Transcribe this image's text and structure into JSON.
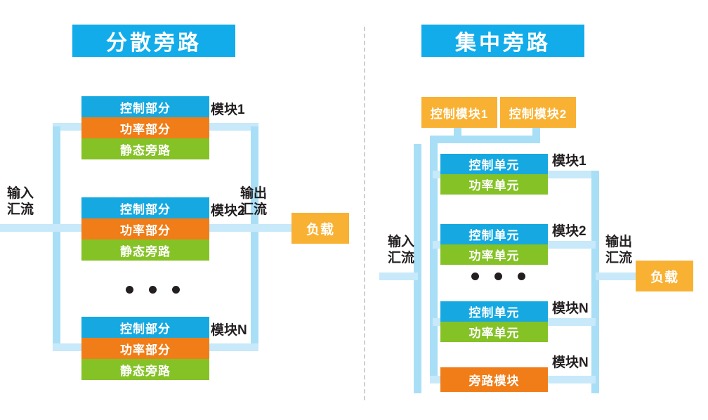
{
  "meta": {
    "colors": {
      "title_blue": "#12acea",
      "control_blue": "#16a9e1",
      "power_orange": "#f07d18",
      "bypass_green": "#85c226",
      "module_amber": "#f8b133",
      "wire_blue": "#a9dff6",
      "wire_pale": "#c7e9f9",
      "text_dark": "#231f20",
      "divider_gray": "#cfcfcf",
      "background": "#ffffff"
    }
  },
  "left": {
    "title": "分散旁路",
    "input_bus_label": "输入\n汇流",
    "output_bus_label": "输出\n汇流",
    "load_label": "负载",
    "ellipsis": "• • •",
    "modules": [
      {
        "tag": "模块1",
        "rows": [
          {
            "label": "控制部分",
            "color": "control_blue"
          },
          {
            "label": "功率部分",
            "color": "power_orange"
          },
          {
            "label": "静态旁路",
            "color": "bypass_green"
          }
        ]
      },
      {
        "tag": "模块2",
        "rows": [
          {
            "label": "控制部分",
            "color": "control_blue"
          },
          {
            "label": "功率部分",
            "color": "power_orange"
          },
          {
            "label": "静态旁路",
            "color": "bypass_green"
          }
        ]
      },
      {
        "tag": "模块N",
        "rows": [
          {
            "label": "控制部分",
            "color": "control_blue"
          },
          {
            "label": "功率部分",
            "color": "power_orange"
          },
          {
            "label": "静态旁路",
            "color": "bypass_green"
          }
        ]
      }
    ]
  },
  "right": {
    "title": "集中旁路",
    "input_bus_label": "输入\n汇流",
    "output_bus_label": "输出\n汇流",
    "load_label": "负载",
    "ellipsis": "• • •",
    "control_modules": [
      {
        "label": "控制模块1"
      },
      {
        "label": "控制模块2"
      }
    ],
    "modules": [
      {
        "tag": "模块1",
        "rows": [
          {
            "label": "控制单元",
            "color": "control_blue"
          },
          {
            "label": "功率单元",
            "color": "bypass_green"
          }
        ]
      },
      {
        "tag": "模块2",
        "rows": [
          {
            "label": "控制单元",
            "color": "control_blue"
          },
          {
            "label": "功率单元",
            "color": "bypass_green"
          }
        ]
      },
      {
        "tag": "模块N",
        "rows": [
          {
            "label": "控制单元",
            "color": "control_blue"
          },
          {
            "label": "功率单元",
            "color": "bypass_green"
          }
        ]
      }
    ],
    "bypass_module": {
      "tag": "模块N",
      "label": "旁路模块"
    }
  }
}
